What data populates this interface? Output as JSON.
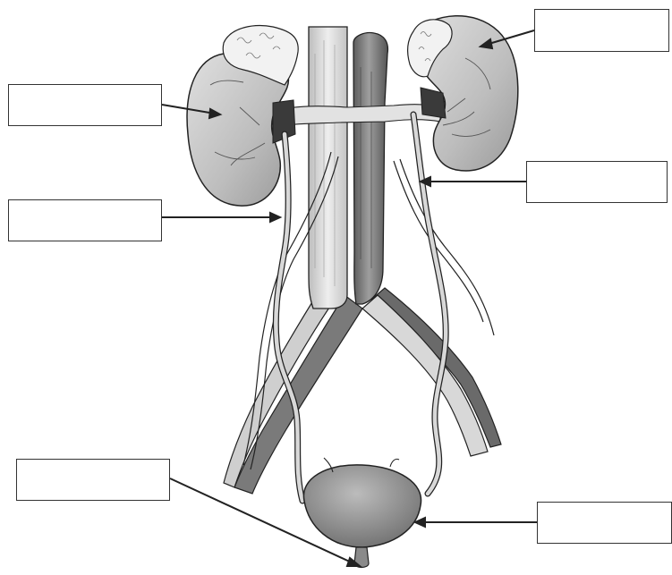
{
  "diagram": {
    "colors": {
      "line": "#222222",
      "organ": "#c9c9c9",
      "organ_dark": "#8a8a8a",
      "vessel": "#d4d4d4",
      "vessel_dark": "#6e6e6e",
      "adrenal": "#eeeeee",
      "box_border": "#333333"
    },
    "labels": [
      {
        "id": "left-kidney",
        "text": ""
      },
      {
        "id": "ureter",
        "text": ""
      },
      {
        "id": "urethra",
        "text": ""
      },
      {
        "id": "right-kidney",
        "text": ""
      },
      {
        "id": "renal-vessel",
        "text": ""
      },
      {
        "id": "bladder",
        "text": ""
      }
    ]
  }
}
